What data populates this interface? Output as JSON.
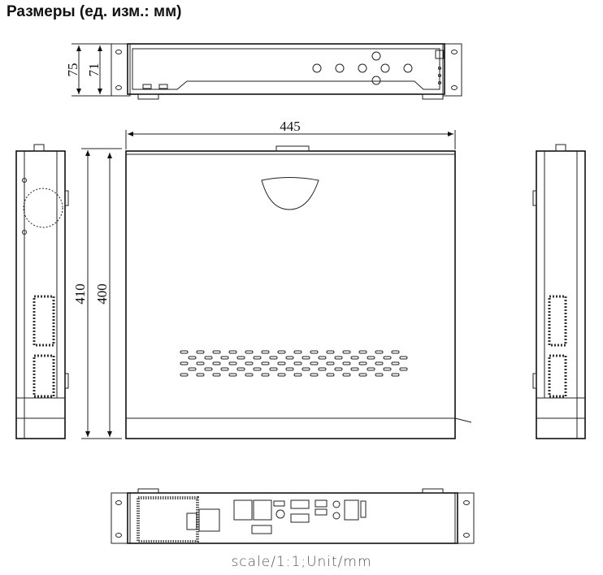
{
  "title": "Размеры (ед. изм.: мм)",
  "dimensions": {
    "height_total": "75",
    "height_body": "71",
    "width": "445",
    "depth_total": "410",
    "depth_body": "400"
  },
  "scale_label": "scale/1:1;Unit/mm"
}
